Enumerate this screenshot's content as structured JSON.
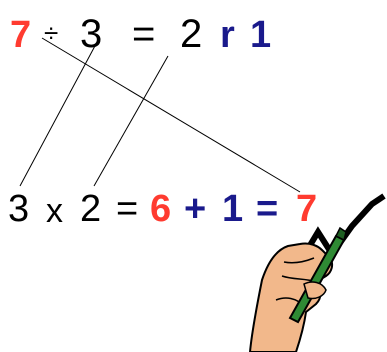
{
  "colors": {
    "red": "#ff3b30",
    "blue": "#1a1a8c",
    "black": "#000000",
    "skin": "#f2b88b",
    "pen": "#2f8a34"
  },
  "equation_top": {
    "dividend": "7",
    "divide_sign": "÷",
    "divisor": "3",
    "equals": "=",
    "quotient": "2",
    "remainder_label": "r",
    "remainder": "1"
  },
  "equation_bottom": {
    "factor_a": "3",
    "times_sign": "x",
    "factor_b": "2",
    "equals_1": "=",
    "product": "6",
    "plus": "+",
    "remainder": "1",
    "equals_2": "=",
    "result": "7"
  },
  "icons": [
    "hand-writing-icon",
    "pen-icon"
  ]
}
